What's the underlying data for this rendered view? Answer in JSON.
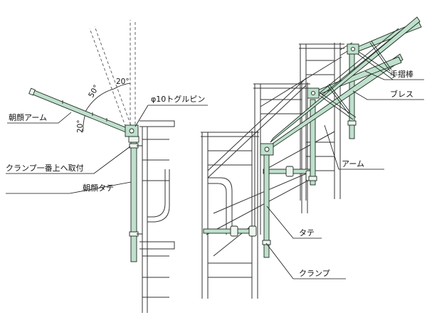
{
  "labels": {
    "asagao_arm": "朝顔アーム",
    "clamp_top": "クランプ一番上へ取付",
    "asagao_tate": "朝顔タテ",
    "toggle_pin": "φ10トグルピン",
    "handrail": "手摺棒",
    "brace": "ブレス",
    "arm": "アーム",
    "tate": "タテ",
    "clamp": "クランプ"
  },
  "angles": {
    "a50": "50°",
    "a20_top": "20°",
    "a20_low": "20°"
  },
  "colors": {
    "pipe": "#bfe0cc",
    "outline": "#1d2b22"
  }
}
